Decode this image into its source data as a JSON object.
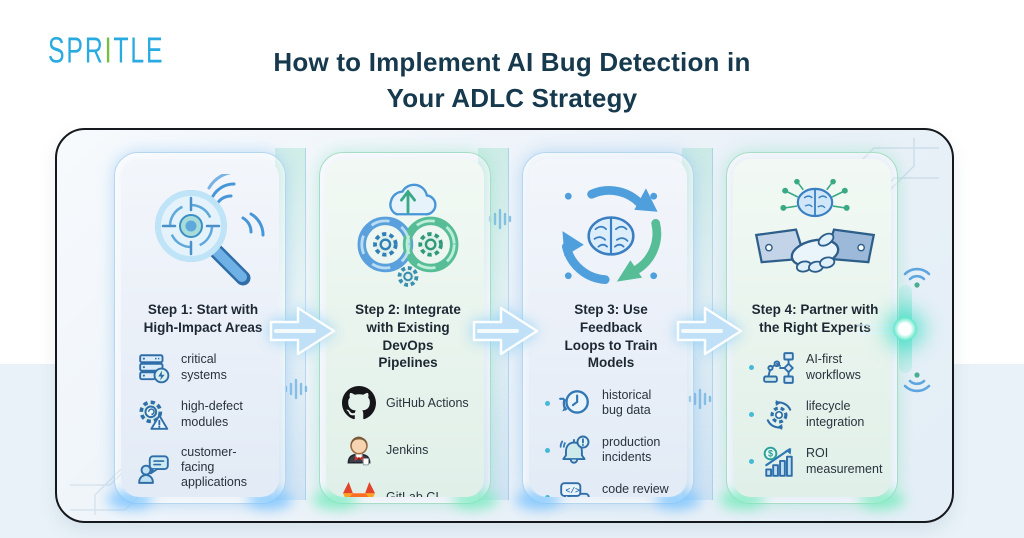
{
  "header": {
    "logo_prefix": "SPR",
    "logo_accent": "I",
    "logo_suffix": "TLE",
    "logo_blue": "#29aae1",
    "logo_green": "#72bf44",
    "title_line1": "How to Implement AI Bug Detection in",
    "title_line2": "Your ADLC Strategy",
    "title_color": "#16394e"
  },
  "diagram": {
    "panel_border_color": "#15181c",
    "arrow_color": "#bfe0f7",
    "end_glow_color": "#3edec4",
    "steps": [
      {
        "id": "step-1",
        "theme": "blue",
        "main_icon": "magnifier-target-icon",
        "title": "Step 1: Start with\nHigh-Impact Areas",
        "bullets": false,
        "items": [
          {
            "icon": "server-lightning-icon",
            "label": "critical\nsystems"
          },
          {
            "icon": "gear-warning-icon",
            "label": "high-defect\nmodules"
          },
          {
            "icon": "person-chat-icon",
            "label": "customer-facing\napplications"
          }
        ]
      },
      {
        "id": "step-2",
        "theme": "green",
        "main_icon": "devops-infinity-icon",
        "title": "Step 2: Integrate\nwith Existing DevOps\nPipelines",
        "bullets": false,
        "items": [
          {
            "icon": "github-icon",
            "label": "GitHub Actions"
          },
          {
            "icon": "jenkins-icon",
            "label": "Jenkins"
          },
          {
            "icon": "gitlab-icon",
            "label": "GitLab CI"
          }
        ]
      },
      {
        "id": "step-3",
        "theme": "blue",
        "main_icon": "feedback-loop-brain-icon",
        "title": "Step 3: Use Feedback\nLoops to Train Models",
        "bullets": true,
        "items": [
          {
            "icon": "history-clock-icon",
            "label": "historical\nbug data"
          },
          {
            "icon": "alert-bell-icon",
            "label": "production\nincidents"
          },
          {
            "icon": "code-chat-icon",
            "label": "code review\nfeedback"
          }
        ]
      },
      {
        "id": "step-4",
        "theme": "green",
        "main_icon": "handshake-ai-icon",
        "title": "Step 4: Partner with\nthe Right Experts",
        "bullets": true,
        "items": [
          {
            "icon": "robot-flowchart-icon",
            "label": "AI-first\nworkflows"
          },
          {
            "icon": "lifecycle-gear-icon",
            "label": "lifecycle\nintegration"
          },
          {
            "icon": "roi-chart-icon",
            "label": "ROI\nmeasurement"
          }
        ]
      }
    ]
  }
}
